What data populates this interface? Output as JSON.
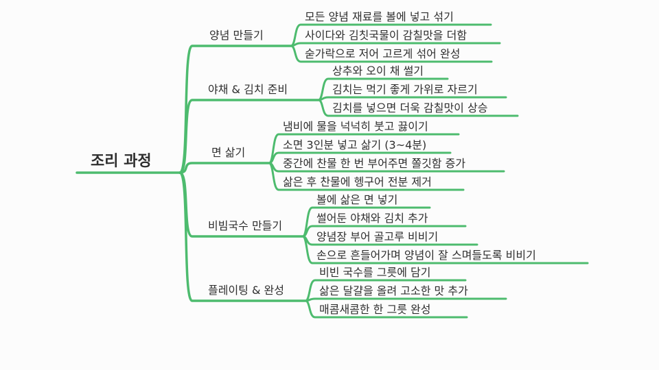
{
  "mindmap": {
    "line_color": "#4dbb6e",
    "text_color": "#2e2e2e",
    "background": "#fcfcfc",
    "root": "조리 과정",
    "branches": [
      {
        "label": "양념 만들기",
        "children": [
          "모든 양념 재료를 볼에 넣고 섞기",
          "사이다와 김칫국물이 감칠맛을 더함",
          "숟가락으로 저어 고르게 섞어 완성"
        ]
      },
      {
        "label": "야채 & 김치 준비",
        "children": [
          "상추와 오이 채 썰기",
          "김치는 먹기 좋게 가위로 자르기",
          "김치를 넣으면 더욱 감칠맛이 상승"
        ]
      },
      {
        "label": "면 삶기",
        "children": [
          "냄비에 물을 넉넉히 붓고 끓이기",
          "소면 3인분 넣고 삶기 (3~4분)",
          "중간에 찬물 한 번 부어주면 쫄깃함 증가",
          "삶은 후 찬물에 헹구어 전분 제거"
        ]
      },
      {
        "label": "비빔국수 만들기",
        "children": [
          "볼에 삶은 면 넣기",
          "썰어둔 야채와 김치 추가",
          "양념장 부어 골고루 비비기",
          "손으로 흔들어가며 양념이 잘 스며들도록 비비기"
        ]
      },
      {
        "label": "플레이팅 & 완성",
        "children": [
          "비빈 국수를 그릇에 담기",
          "삶은 달걀을 올려 고소한 맛 추가",
          "매콤새콤한 한 그릇 완성"
        ]
      }
    ]
  }
}
